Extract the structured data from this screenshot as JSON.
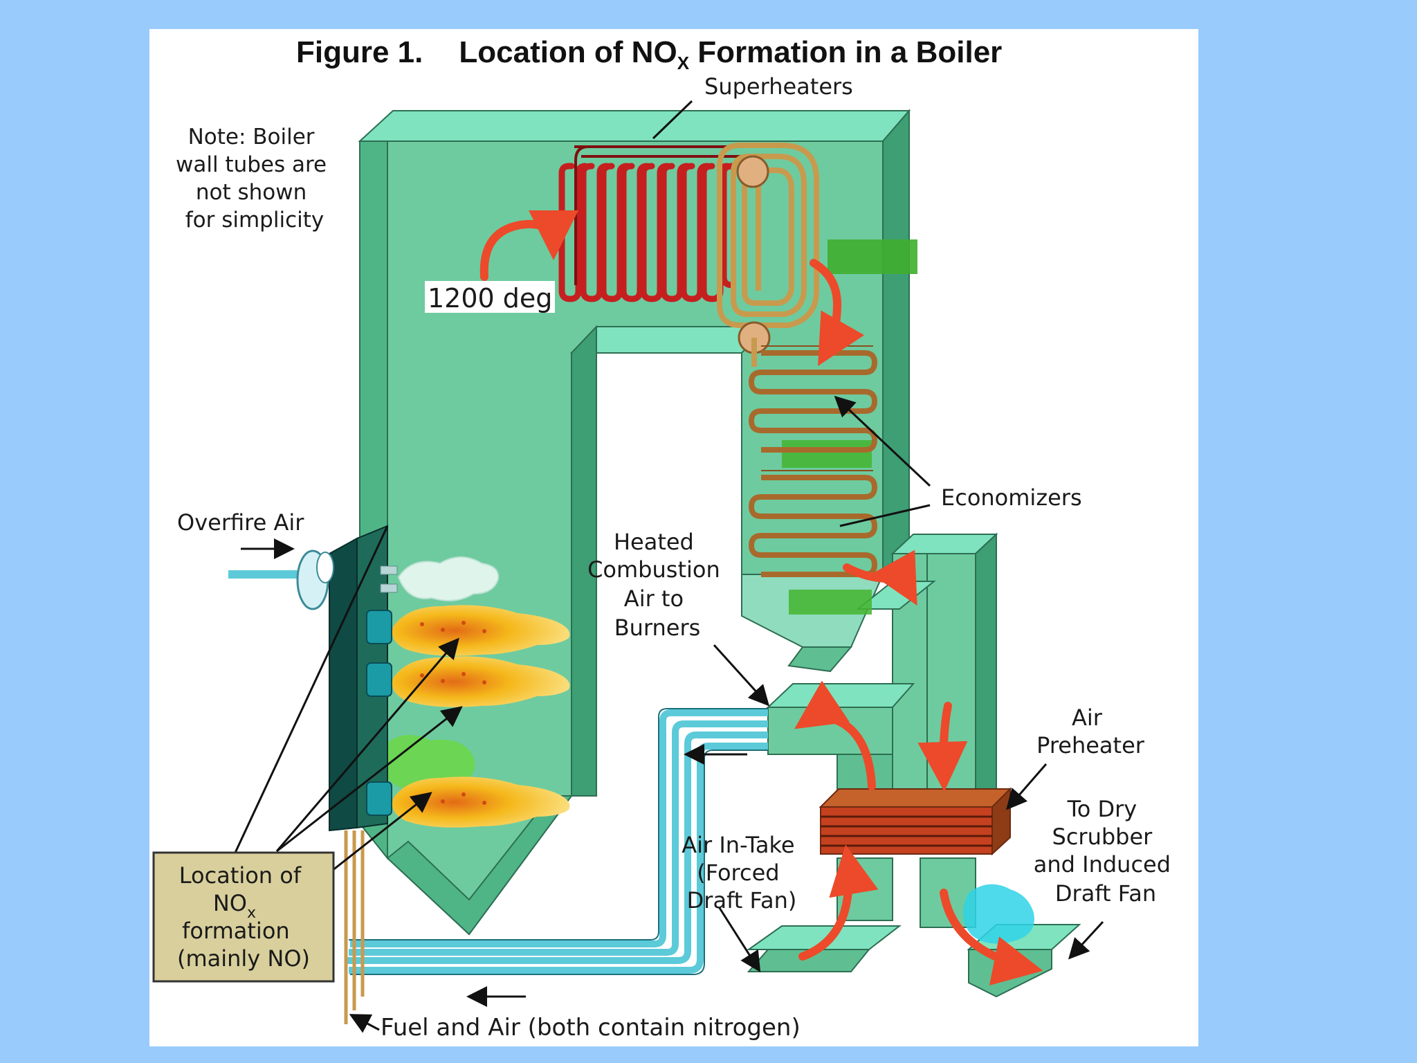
{
  "figure": {
    "number": "Figure 1.",
    "title_prefix": "Location of NO",
    "title_sub": "X",
    "title_suffix": " Formation in a Boiler"
  },
  "labels": {
    "superheaters": "Superheaters",
    "note_lines": [
      "Note:  Boiler",
      "wall tubes are",
      "not shown",
      "for simplicity"
    ],
    "temperature": "1200 deg",
    "overfire_air": "Overfire Air",
    "heated_air_lines": [
      "Heated",
      "Combustion",
      "Air to",
      "Burners"
    ],
    "economizers": "Economizers",
    "air_preheater_lines": [
      "Air",
      "Preheater"
    ],
    "dry_scrubber_lines": [
      "To Dry",
      "Scrubber",
      "and Induced",
      "Draft Fan"
    ],
    "air_intake_lines": [
      "Air In-Take",
      "(Forced",
      "Draft Fan)"
    ],
    "nox_location_line1": "Location of",
    "nox_location_line2_main": "NO",
    "nox_location_line2_sub": "x",
    "nox_location_line3": "formation",
    "nox_location_line4": "(mainly NO)",
    "fuel_and_air": "Fuel and Air (both contain nitrogen)"
  },
  "colors": {
    "background": "#99cbfd",
    "panel": "#ffffff",
    "wall_front": "#6ecb9f",
    "wall_top": "#7fe3bf",
    "wall_side": "#3e9e74",
    "superheater_red": "#c51f1f",
    "superheater_tan": "#c89a4e",
    "economizer_brown": "#a86a2c",
    "pipe_cyan": "#5ccad8",
    "flame_yellow": "#f5c21b",
    "flame_orange": "#ee8a1a",
    "arrow_red": "#ec4a2a",
    "label_box": "#d8cf9c",
    "green_patch": "#3fae2f"
  }
}
